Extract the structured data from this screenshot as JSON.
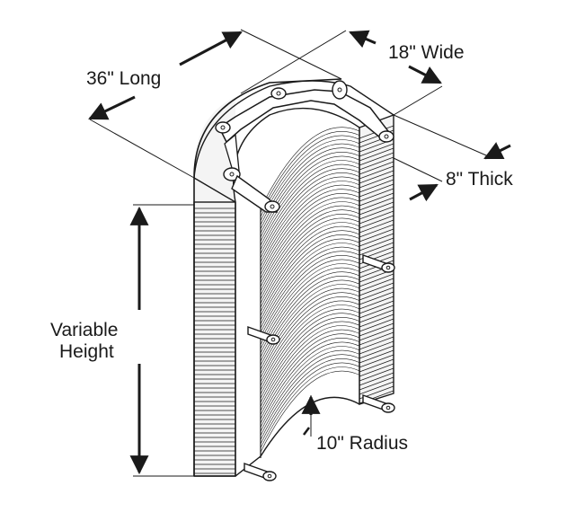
{
  "labels": {
    "length": "36\" Long",
    "width": "18\" Wide",
    "thickness": "8\" Thick",
    "height_line1": "Variable",
    "height_line2": "Height",
    "radius": "10\" Radius"
  },
  "colors": {
    "ink": "#1a1a1a",
    "background": "#ffffff"
  }
}
